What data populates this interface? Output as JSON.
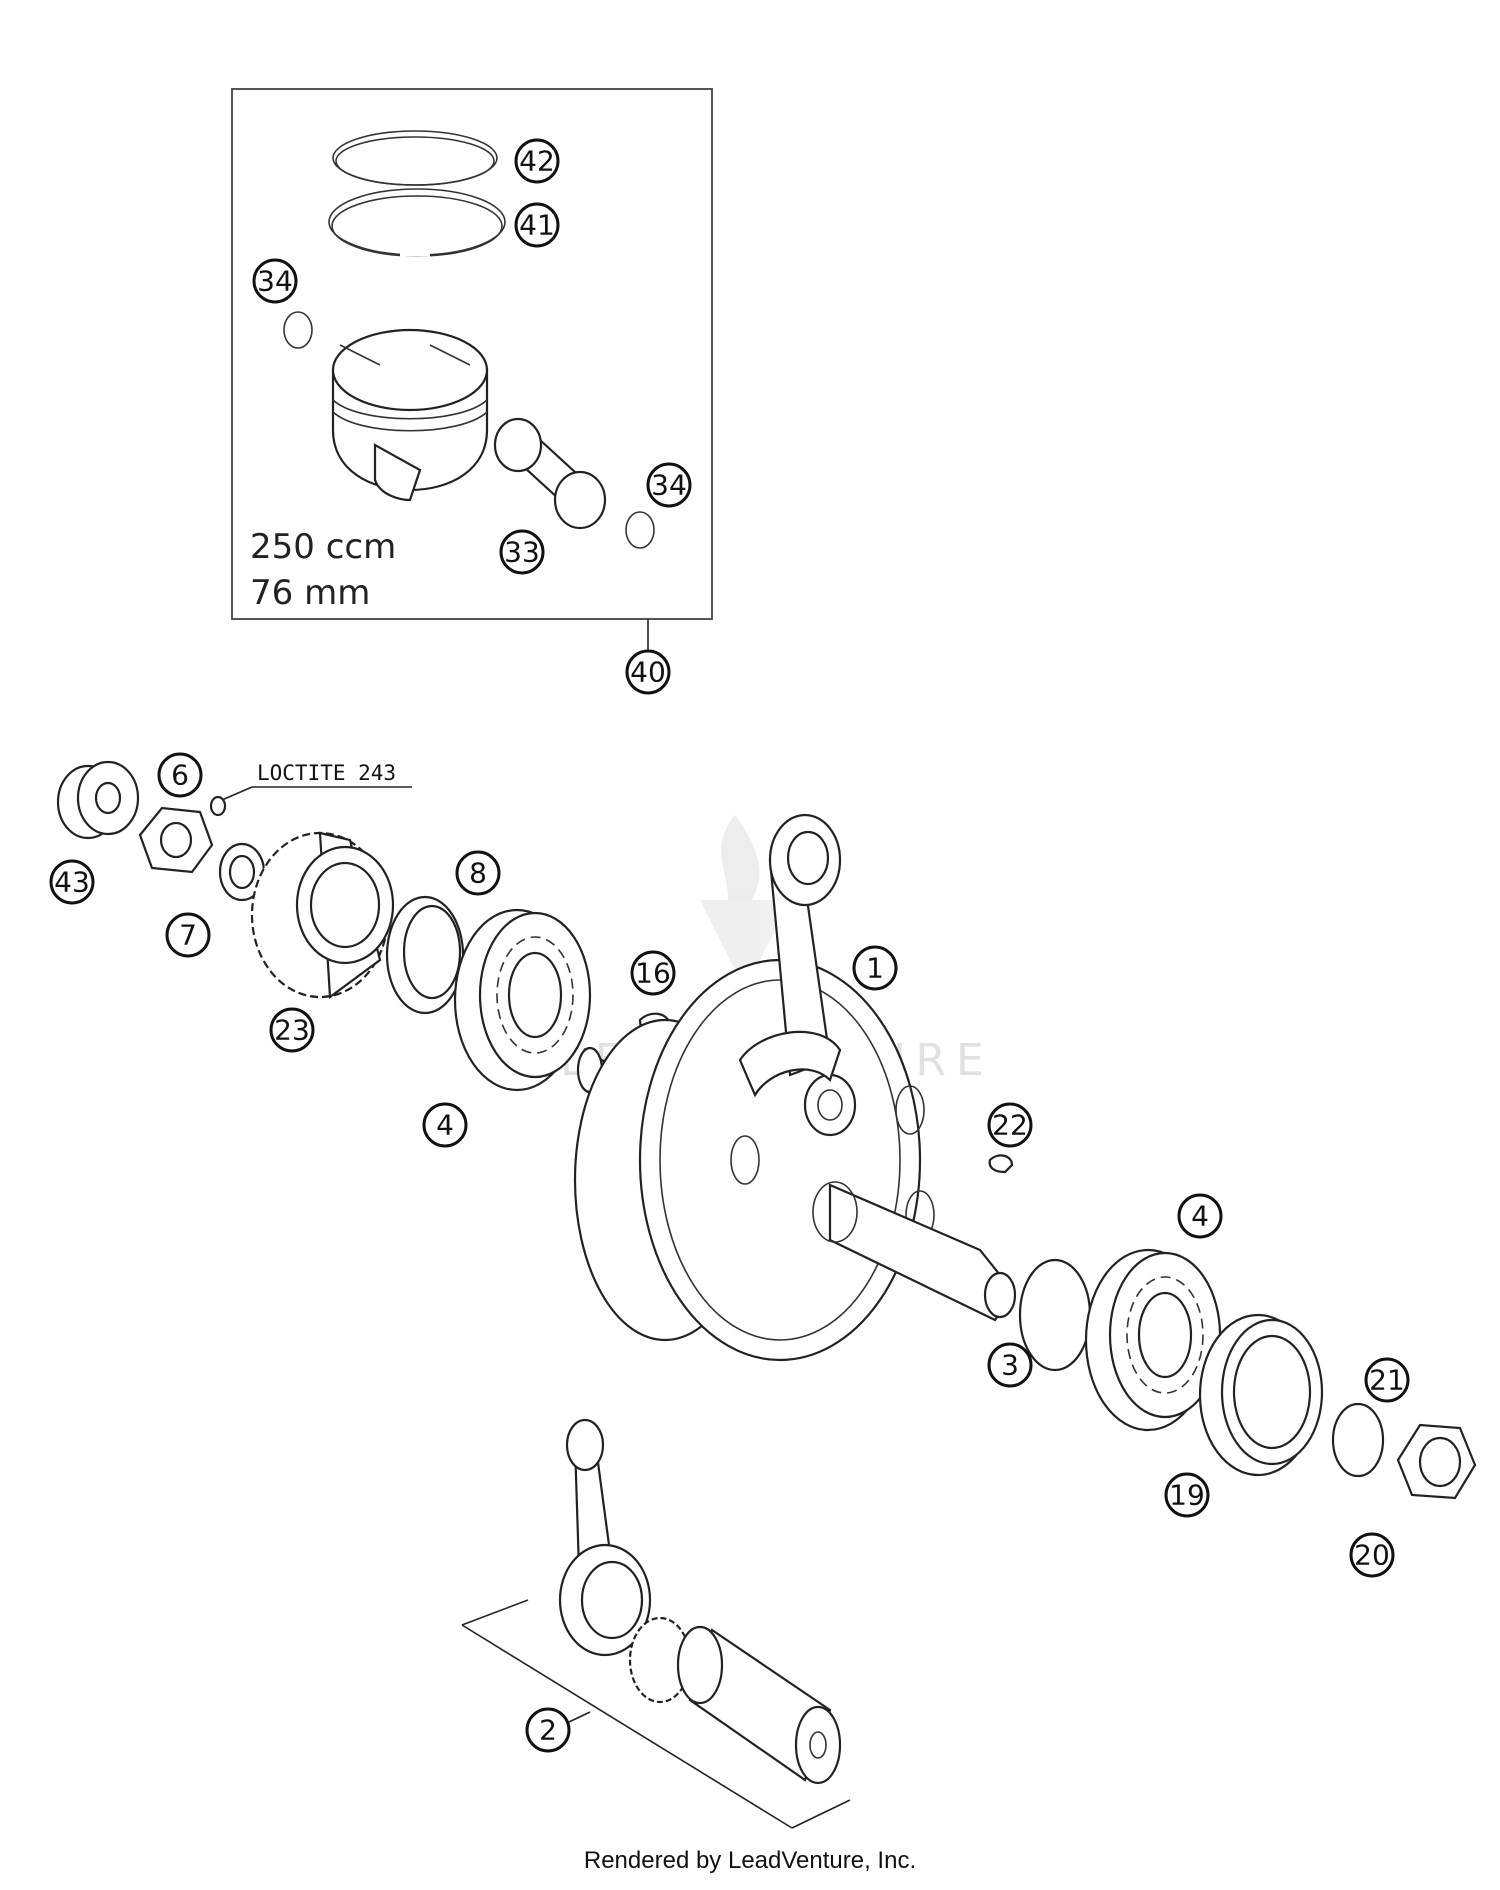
{
  "kit_box": {
    "spec_line_1": "250 ccm",
    "spec_line_2": "76 mm"
  },
  "note": {
    "loctite": "LOCTITE 243"
  },
  "callouts": {
    "c42": "42",
    "c41": "41",
    "c34a": "34",
    "c34b": "34",
    "c33": "33",
    "c40": "40",
    "c6": "6",
    "c43": "43",
    "c7": "7",
    "c8": "8",
    "c23": "23",
    "c16": "16",
    "c1": "1",
    "c4a": "4",
    "c22": "22",
    "c4b": "4",
    "c3": "3",
    "c21": "21",
    "c19": "19",
    "c20": "20",
    "c2": "2"
  },
  "watermark": "LEADVENTURE",
  "footer": "Rendered by LeadVenture, Inc."
}
